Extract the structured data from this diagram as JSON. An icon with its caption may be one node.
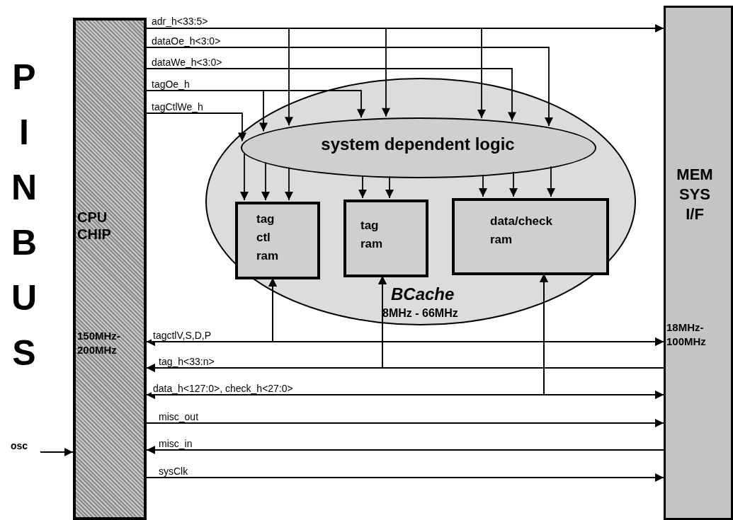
{
  "diagram": {
    "nodes": [
      {
        "text": [
          "CPU CHIP",
          "150MHz- 200MHz"
        ]
      },
      {
        "text": [
          "MEM SYS I/F",
          "18MHz- 100MHz"
        ]
      },
      {
        "text": [
          "BCache",
          "8MHz - 66MHz"
        ]
      },
      {
        "text": [
          "system dependent logic"
        ],
        "in": 2
      },
      {
        "text": [
          "tag ctl ram"
        ],
        "in": 2
      },
      {
        "text": [
          "tag ram"
        ],
        "in": 2
      },
      {
        "text": [
          "data/check ram"
        ],
        "in": 2
      },
      {
        "text": [
          "osc"
        ]
      }
    ],
    "edges": [
      {
        "from": 0,
        "to": 1,
        "arrow": "to",
        "label": "adr_h<33:5>"
      },
      {
        "from": 0,
        "to": 3,
        "arrow": "to"
      },
      {
        "from": 0,
        "to": 3,
        "arrow": "to"
      },
      {
        "from": 0,
        "to": 3,
        "arrow": "to"
      },
      {
        "from": 0,
        "to": 3,
        "arrow": "to",
        "label": "dataOe_h<3:0>"
      },
      {
        "from": 0,
        "to": 3,
        "arrow": "to",
        "label": "dataWe_h<3:0>"
      },
      {
        "from": 0,
        "to": 3,
        "arrow": "to",
        "label": "tagOe_h"
      },
      {
        "from": 0,
        "to": 3,
        "arrow": "to"
      },
      {
        "from": 0,
        "to": 3,
        "arrow": "to",
        "label": "tagCtlWe_h"
      },
      {
        "from": 3,
        "to": 4,
        "arrow": "to"
      },
      {
        "from": 3,
        "to": 4,
        "arrow": "to"
      },
      {
        "from": 3,
        "to": 4,
        "arrow": "to"
      },
      {
        "from": 3,
        "to": 5,
        "arrow": "to"
      },
      {
        "from": 3,
        "to": 5,
        "arrow": "to"
      },
      {
        "from": 3,
        "to": 6,
        "arrow": "to"
      },
      {
        "from": 3,
        "to": 6,
        "arrow": "to"
      },
      {
        "from": 3,
        "to": 6,
        "arrow": "to"
      },
      {
        "from": 0,
        "to": 1,
        "arrow": "both",
        "label": "tagctlV,S,D,P"
      },
      {
        "from": 0,
        "to": 4,
        "arrow": "both"
      },
      {
        "from": 1,
        "to": 4,
        "arrow": "both"
      },
      {
        "from": 1,
        "to": 0,
        "arrow": "to",
        "label": "tag_h<33:n>"
      },
      {
        "from": 5,
        "to": 0,
        "arrow": "both"
      },
      {
        "from": 1,
        "to": 5,
        "arrow": "to"
      },
      {
        "from": 0,
        "to": 1,
        "arrow": "both",
        "label": "data_h<127:0>, check_h<27:0>"
      },
      {
        "from": 6,
        "to": 0,
        "arrow": "both"
      },
      {
        "from": 6,
        "to": 1,
        "arrow": "both"
      },
      {
        "from": 0,
        "to": 1,
        "arrow": "to",
        "label": "misc_out"
      },
      {
        "from": 1,
        "to": 0,
        "arrow": "to",
        "label": "misc_in"
      },
      {
        "from": 0,
        "to": 1,
        "arrow": "to",
        "label": "sysClk"
      },
      {
        "from": 7,
        "to": 0,
        "arrow": "to"
      }
    ],
    "labels": [
      "PIN BUS"
    ]
  }
}
